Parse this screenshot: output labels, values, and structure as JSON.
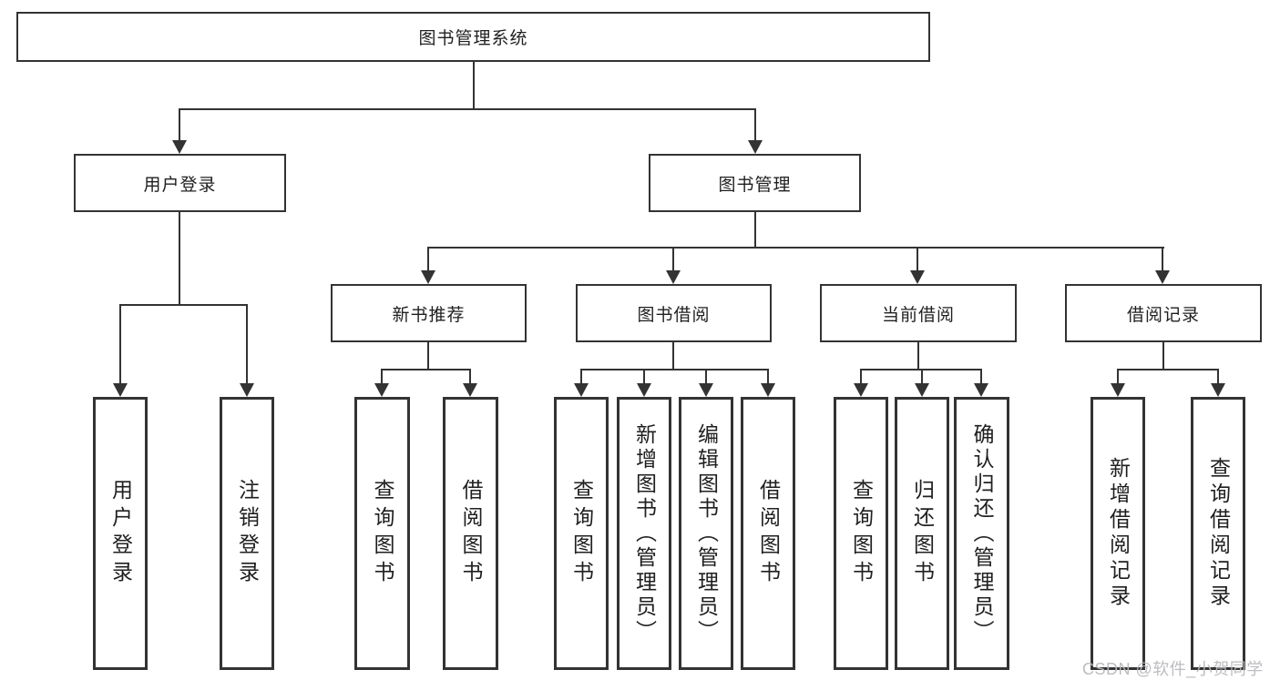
{
  "diagram": {
    "title": "图书管理系统",
    "root": {
      "label": "图书管理系统"
    },
    "level2": {
      "user_login": {
        "label": "用户登录"
      },
      "book_mgmt": {
        "label": "图书管理"
      }
    },
    "level3": {
      "new_book": {
        "label": "新书推荐"
      },
      "book_borrow": {
        "label": "图书借阅"
      },
      "current_borrow": {
        "label": "当前借阅"
      },
      "borrow_record": {
        "label": "借阅记录"
      }
    },
    "leaves": {
      "user_login": [
        "用户登录",
        "注销登录"
      ],
      "new_book": [
        "查询图书",
        "借阅图书"
      ],
      "book_borrow": [
        "查询图书",
        "新增图书（管理员）",
        "编辑图书（管理员）",
        "借阅图书"
      ],
      "current_borrow": [
        "查询图书",
        "归还图书",
        "确认归还（管理员）"
      ],
      "borrow_record": [
        "新增借阅记录",
        "查询借阅记录"
      ]
    },
    "watermark": "CSDN @软件_小贺同学",
    "colors": {
      "line": "#333333",
      "text": "#1f1f1f",
      "background": "#ffffff",
      "watermark": "#b9babe"
    }
  }
}
